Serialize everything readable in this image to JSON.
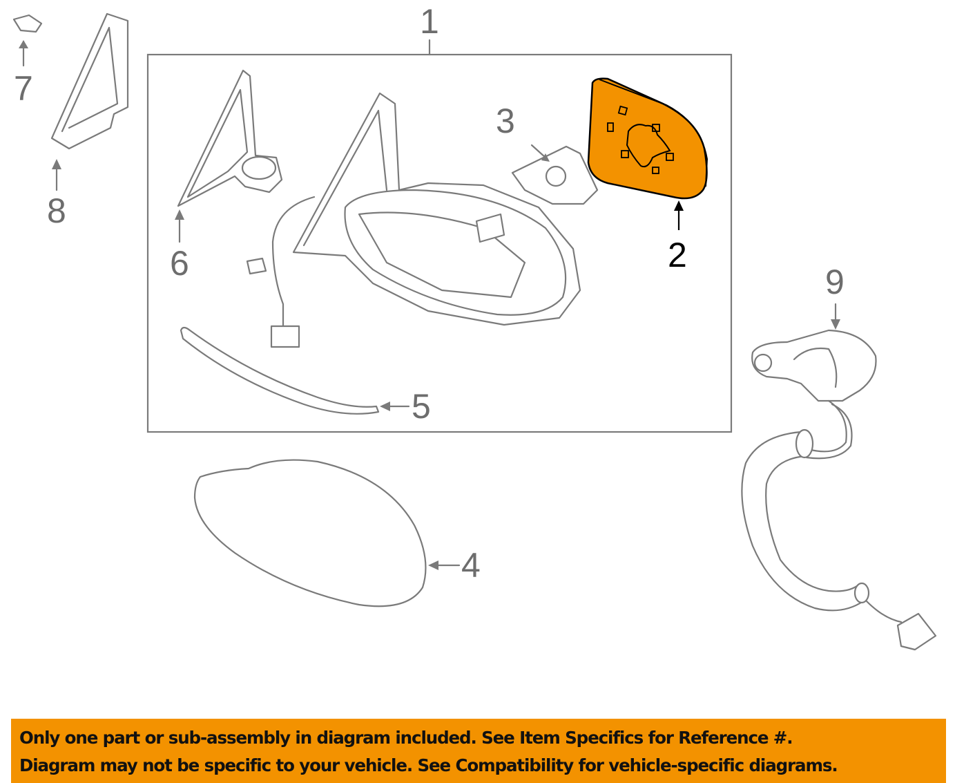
{
  "diagram": {
    "highlight_color": "#f39200",
    "callouts": {
      "c1": "1",
      "c2": "2",
      "c3": "3",
      "c4": "4",
      "c5": "5",
      "c6": "6",
      "c7": "7",
      "c8": "8",
      "c9": "9"
    },
    "highlighted_part": "2"
  },
  "banner": {
    "line1": "Only one part or sub-assembly in diagram included. See Item Specifics for Reference #.",
    "line2": "Diagram may not be specific to your vehicle. See Compatibility for vehicle-specific diagrams."
  }
}
